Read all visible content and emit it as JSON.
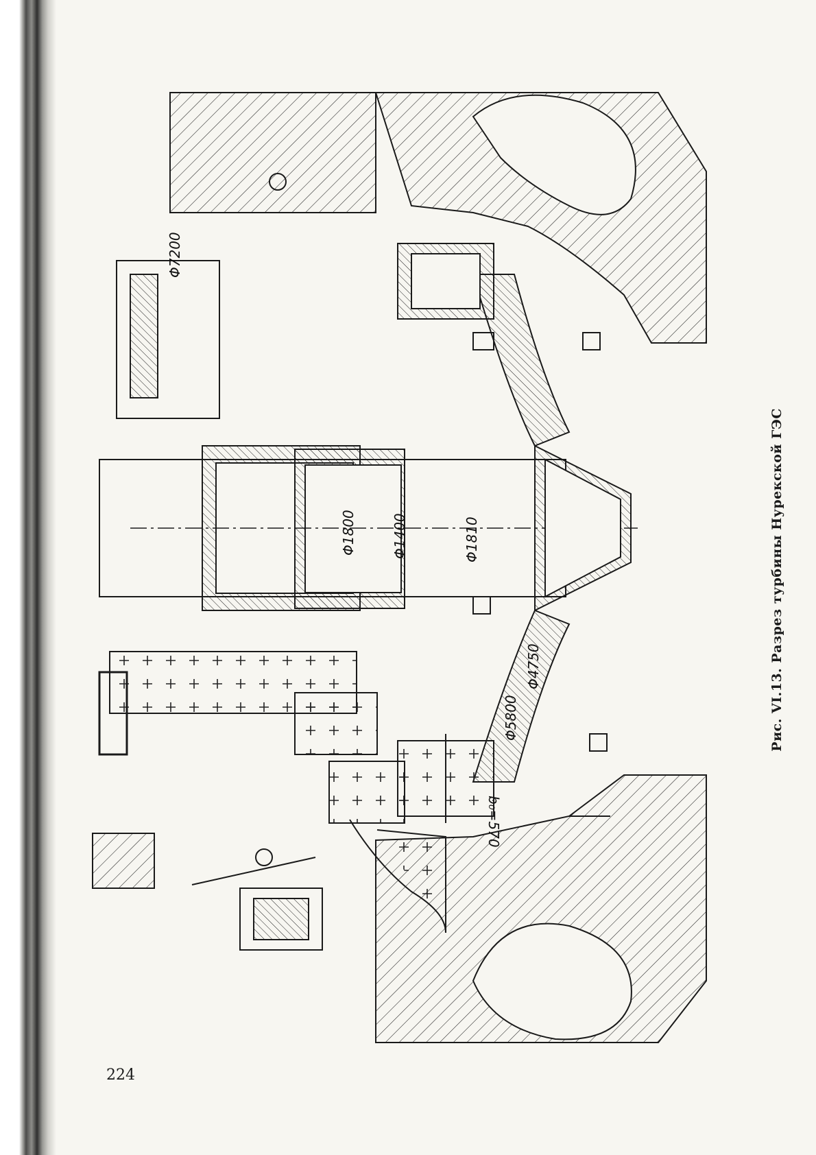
{
  "page": {
    "number": "224",
    "caption": "Рис. VI.13. Разрез турбины Нурекской ГЭС"
  },
  "drawing": {
    "dimensions": {
      "d7200": "Φ7200",
      "d1800": "Φ1800",
      "d1400": "Φ1400",
      "d1810": "Φ1810",
      "d5800": "Φ5800",
      "d4750": "Φ4750",
      "b0": "b₀=570"
    }
  },
  "colors": {
    "ink": "#1a1a1a",
    "paper": "#f7f6f1"
  }
}
